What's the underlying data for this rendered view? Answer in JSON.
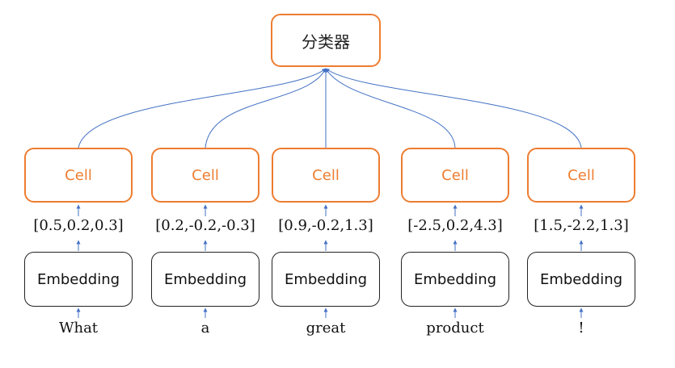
{
  "classifier": {
    "label": "分类器"
  },
  "columns": [
    {
      "cell_label": "Cell",
      "vector": "[0.5,0.2,0.3]",
      "embedding_label": "Embedding",
      "word": "What"
    },
    {
      "cell_label": "Cell",
      "vector": "[0.2,-0.2,-0.3]",
      "embedding_label": "Embedding",
      "word": "a"
    },
    {
      "cell_label": "Cell",
      "vector": "[0.9,-0.2,1.3]",
      "embedding_label": "Embedding",
      "word": "great"
    },
    {
      "cell_label": "Cell",
      "vector": "[-2.5,0.2,4.3]",
      "embedding_label": "Embedding",
      "word": "product"
    },
    {
      "cell_label": "Cell",
      "vector": "[1.5,-2.2,1.3]",
      "embedding_label": "Embedding",
      "word": "!"
    }
  ],
  "colors": {
    "cell_border": "#ED7D31",
    "cell_text": "#ED7D31",
    "connector": "#4472C4",
    "embedding_border": "#222222"
  }
}
